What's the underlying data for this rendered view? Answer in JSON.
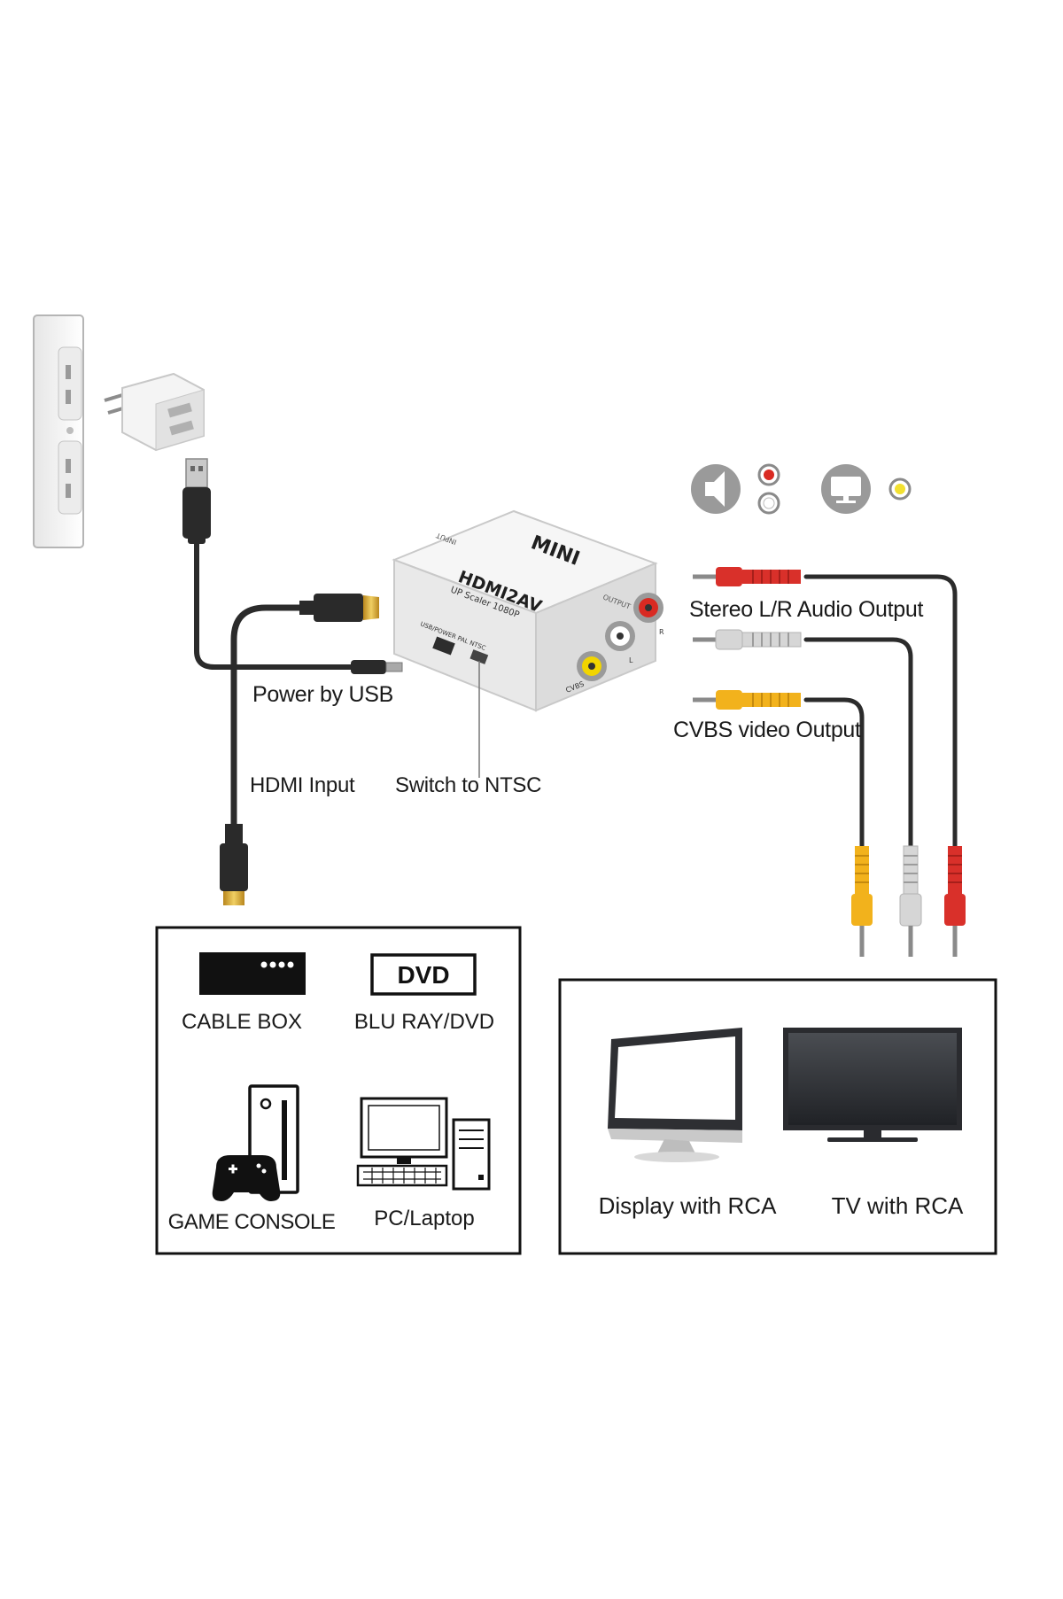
{
  "adapter": {
    "brand": "MINI",
    "model": "HDMI2AV",
    "subtitle": "UP Scaler 1080P",
    "port_input": "INPUT",
    "port_output": "OUTPUT",
    "switch_label": "USB/POWER  PAL  NTSC",
    "jack_labels": [
      "CVBS",
      "L",
      "R"
    ]
  },
  "labels": {
    "power": "Power by USB",
    "hdmi_input": "HDMI Input",
    "switch_ntsc": "Switch to NTSC",
    "stereo": "Stereo L/R Audio Output",
    "cvbs": "CVBS video Output"
  },
  "sources": {
    "dvd_badge": "DVD",
    "items": [
      "CABLE BOX",
      "BLU RAY/DVD",
      "GAME CONSOLE",
      "PC/Laptop"
    ]
  },
  "displays": {
    "items": [
      "Display with RCA",
      "TV with RCA"
    ]
  },
  "colors": {
    "red_plug": "#d9302a",
    "white_plug": "#d6d6d6",
    "yellow_plug": "#f2b21c",
    "cable": "#2b2b2b",
    "icon_gray": "#9a9a9a",
    "gold": "#d4a93a"
  }
}
